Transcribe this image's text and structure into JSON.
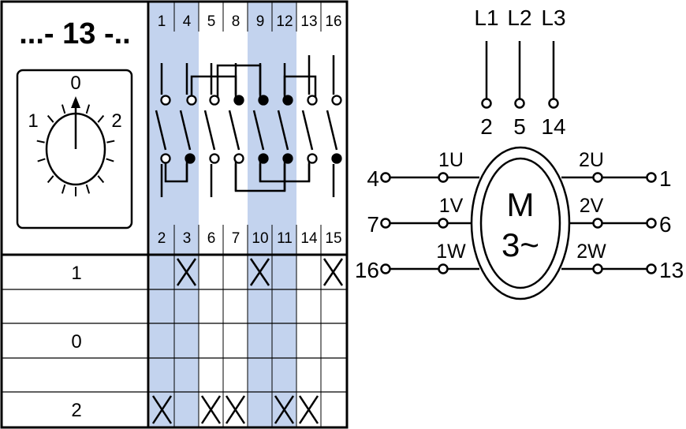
{
  "title": "...- 13 -..",
  "dial": {
    "labels": [
      "1",
      "0",
      "2"
    ]
  },
  "columns": {
    "top_terminals": [
      "1",
      "4",
      "5",
      "8",
      "9",
      "12",
      "13",
      "16"
    ],
    "bottom_terminals": [
      "2",
      "3",
      "6",
      "7",
      "10",
      "11",
      "14",
      "15"
    ],
    "highlight_color": "#c3d3ee"
  },
  "positions": {
    "labels": [
      "1",
      "",
      "0",
      "",
      "2"
    ]
  },
  "switch_table": {
    "closed_marks": {
      "row_1": [
        "3",
        "10",
        "15"
      ],
      "row_0": [],
      "row_2": [
        "2",
        "6",
        "7",
        "11",
        "14"
      ]
    }
  },
  "motor": {
    "symbol": "M",
    "type": "3~",
    "supply": [
      "L1",
      "L2",
      "L3"
    ],
    "supply_terminals": [
      "2",
      "5",
      "14"
    ],
    "left_terminals": [
      "4",
      "7",
      "16"
    ],
    "winding_left": [
      "1U",
      "1V",
      "1W"
    ],
    "winding_right": [
      "2U",
      "2V",
      "2W"
    ],
    "right_terminals": [
      "1",
      "6",
      "13"
    ]
  }
}
